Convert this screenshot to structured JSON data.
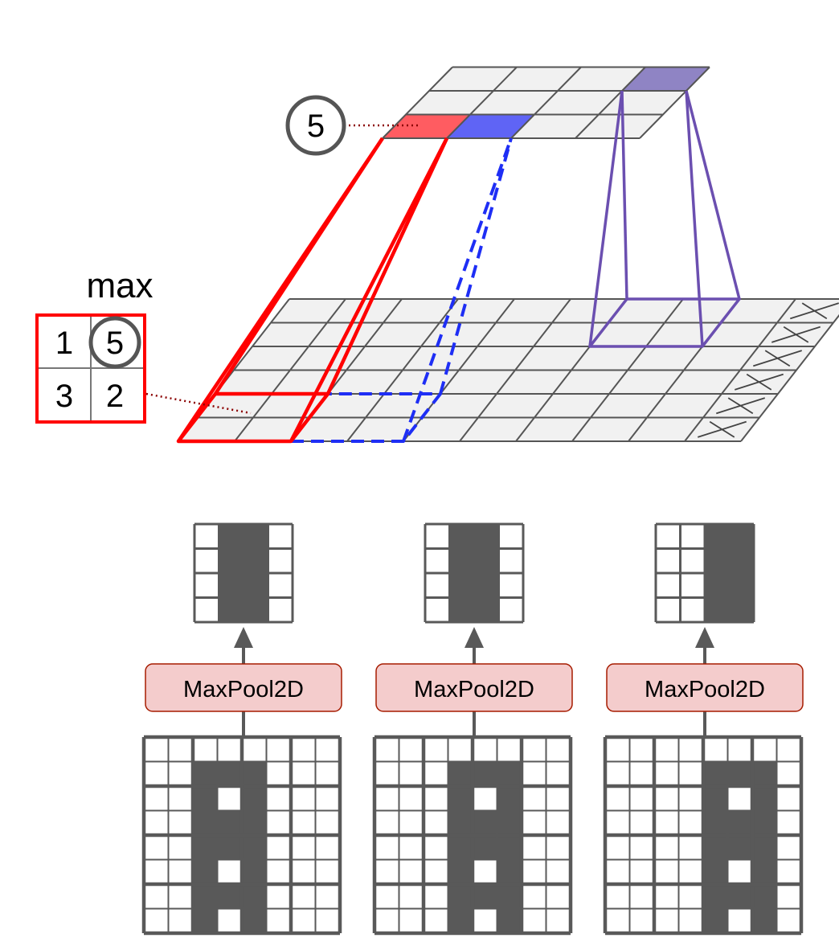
{
  "top_diagram": {
    "operation_label": "max",
    "pool_window": {
      "values": [
        "1",
        "5",
        "3",
        "2"
      ],
      "max_value": "5"
    },
    "output_value": "5",
    "colors": {
      "window_red": "#ff0000",
      "window_blue": "#1e2ef5",
      "window_purple": "#6b4fb0",
      "output_cell_red": "#ff5c61",
      "output_cell_blue": "#5f64f5",
      "output_cell_purple": "#8f84c4",
      "grid_fill": "#f1f1f1",
      "grid_line": "#555555",
      "callout_circle": "#555555"
    }
  },
  "bottom_diagram": {
    "panels": [
      {
        "layer_label": "MaxPool2D",
        "input_shift": 0,
        "output_dark_columns": [
          1,
          2
        ]
      },
      {
        "layer_label": "MaxPool2D",
        "input_shift": 1,
        "output_dark_columns": [
          1,
          2
        ]
      },
      {
        "layer_label": "MaxPool2D",
        "input_shift": 2,
        "output_dark_columns": [
          2,
          3
        ]
      }
    ],
    "colors": {
      "dark_cell": "#595959",
      "light_cell": "#ffffff",
      "layer_fill": "#f4cccc",
      "layer_border": "#a61c00"
    }
  }
}
